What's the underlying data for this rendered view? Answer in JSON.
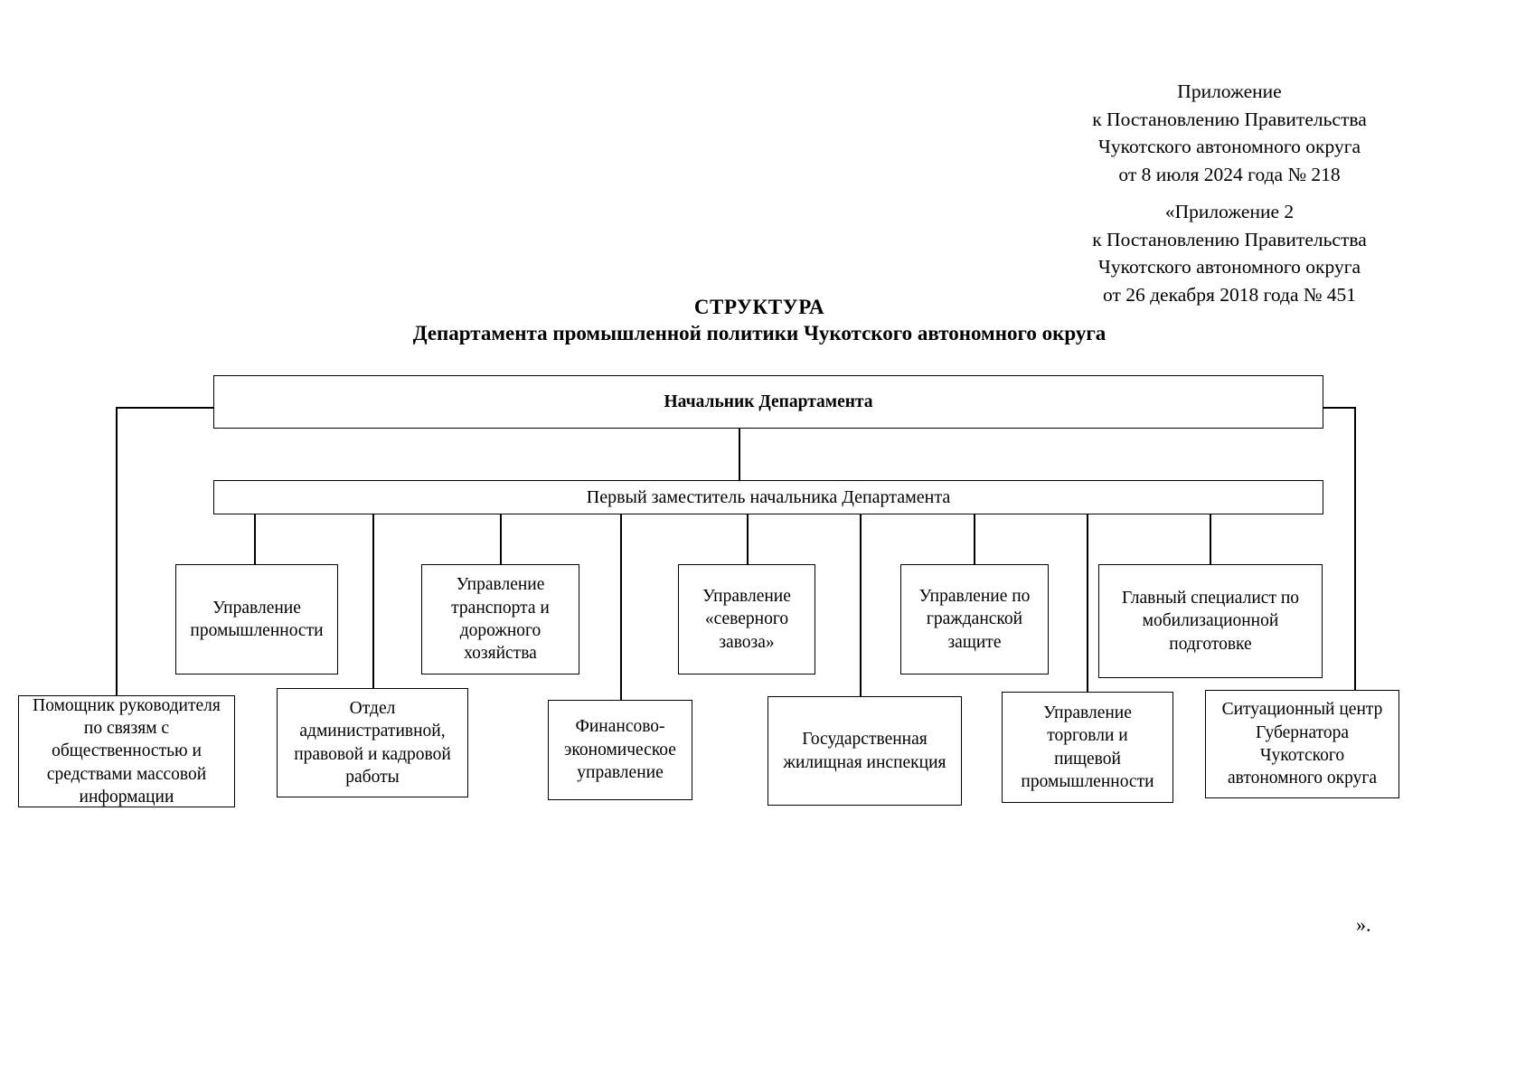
{
  "document": {
    "header_ref_1": "Приложение\nк Постановлению Правительства\nЧукотского автономного округа\nот  8  июля 2024 года №  218",
    "header_ref_2": "«Приложение 2\nк Постановлению Правительства\nЧукотского автономного округа\nот 26 декабря 2018 года № 451",
    "title": "СТРУКТУРА",
    "subtitle": "Департамента промышленной политики Чукотского автономного округа",
    "closing_quote": "»."
  },
  "chart_data": {
    "type": "diagram",
    "title": "СТРУКТУРА Департамента промышленной политики Чукотского автономного округа",
    "orientation": "top-down",
    "levels": [
      {
        "level": 0,
        "nodes": [
          {
            "id": "head",
            "label": "Начальник Департамента",
            "bold": true
          }
        ]
      },
      {
        "level": 1,
        "nodes": [
          {
            "id": "first-deputy",
            "label": "Первый заместитель начальника Департамента",
            "bold": false
          }
        ]
      },
      {
        "level": 2,
        "nodes": [
          {
            "id": "dept-industry",
            "label": "Управление\nпромышленности"
          },
          {
            "id": "dept-transport",
            "label": "Управление\nтранспорта и\nдорожного\nхозяйства"
          },
          {
            "id": "dept-northern-delivery",
            "label": "Управление\n«северного\nзавоза»"
          },
          {
            "id": "dept-civil-defence",
            "label": "Управление по\nгражданской\nзащите"
          },
          {
            "id": "chief-specialist-mobilization",
            "label": "Главный специалист по\nмобилизационной\nподготовке"
          }
        ]
      },
      {
        "level": 3,
        "nodes": [
          {
            "id": "assistant-pr",
            "label": "Помощник руководителя\nпо связям с\nобщественностью и\nсредствами массовой\nинформации"
          },
          {
            "id": "dept-admin-legal-hr",
            "label": "Отдел\nадминистративной,\nправовой и кадровой\nработы"
          },
          {
            "id": "dept-finance-economic",
            "label": "Финансово-\nэкономическое\nуправление"
          },
          {
            "id": "state-housing-inspection",
            "label": "Государственная\nжилищная инспекция"
          },
          {
            "id": "dept-trade-food",
            "label": "Управление\nторговли и\nпищевой\nпромышленности"
          },
          {
            "id": "situation-center",
            "label": "Ситуационный центр\nГубернатора\nЧукотского\nавтономного округа"
          }
        ]
      }
    ],
    "edges": [
      {
        "from": "head",
        "to": "first-deputy"
      },
      {
        "from": "head",
        "to": "assistant-pr"
      },
      {
        "from": "head",
        "to": "situation-center"
      },
      {
        "from": "first-deputy",
        "to": "dept-industry"
      },
      {
        "from": "first-deputy",
        "to": "dept-admin-legal-hr"
      },
      {
        "from": "first-deputy",
        "to": "dept-transport"
      },
      {
        "from": "first-deputy",
        "to": "dept-finance-economic"
      },
      {
        "from": "first-deputy",
        "to": "dept-northern-delivery"
      },
      {
        "from": "first-deputy",
        "to": "state-housing-inspection"
      },
      {
        "from": "first-deputy",
        "to": "dept-civil-defence"
      },
      {
        "from": "first-deputy",
        "to": "dept-trade-food"
      },
      {
        "from": "first-deputy",
        "to": "chief-specialist-mobilization"
      }
    ]
  }
}
